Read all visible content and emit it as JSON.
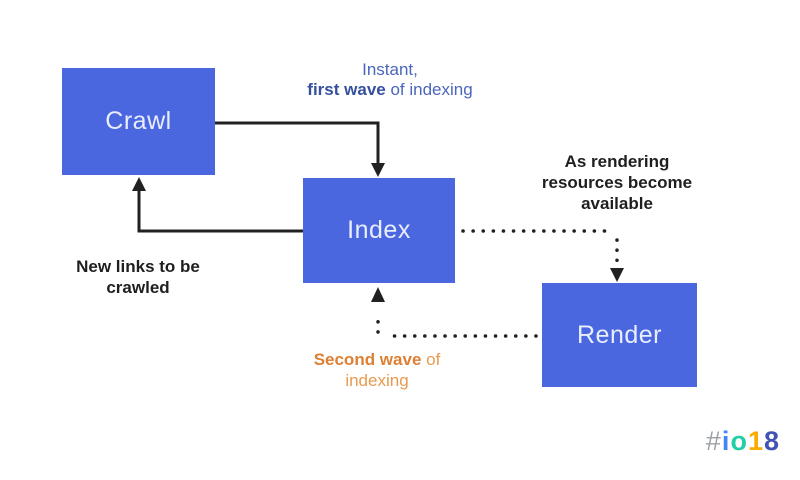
{
  "title": "Crawl Index Render flow diagram",
  "nodes": [
    {
      "id": "crawl",
      "label": "Crawl"
    },
    {
      "id": "index",
      "label": "Index"
    },
    {
      "id": "render",
      "label": "Render"
    }
  ],
  "labels": {
    "first_wave": {
      "line1": "Instant,",
      "bold": "first wave",
      "rest": " of indexing"
    },
    "rendering_note": {
      "lines": [
        "As rendering",
        "resources become",
        "available"
      ]
    },
    "new_links": {
      "lines": [
        "New links to be",
        "crawled"
      ]
    },
    "second_wave": {
      "bold": "Second wave",
      "rest": " of",
      "line2": "indexing"
    }
  },
  "connections": [
    {
      "from": "Crawl",
      "to": "Index",
      "style": "solid",
      "label": "Instant, first wave of indexing"
    },
    {
      "from": "Index",
      "to": "Crawl",
      "style": "solid",
      "label": "New links to be crawled"
    },
    {
      "from": "Index",
      "to": "Render",
      "style": "dotted",
      "label": "As rendering resources become available"
    },
    {
      "from": "Render",
      "to": "Index",
      "style": "dotted",
      "label": "Second wave of indexing"
    }
  ],
  "logo": {
    "hash": "#",
    "i": "i",
    "o": "o",
    "one": "1",
    "eight": "8"
  },
  "colors": {
    "box_fill": "#4a67e0",
    "box_text": "#e9eeff",
    "arrow": "#212121",
    "black_label": "#1f1f1f",
    "blue_label": "#4a66bd",
    "blue_label_bold": "#34509e",
    "orange_label": "#e89a4e",
    "orange_label_bold": "#dd8033",
    "logo_hash": "#9aa0a6",
    "logo_i": "#4285f4",
    "logo_o": "#22cfa4",
    "logo_one": "#f9ab00",
    "logo_eight": "#4353b4"
  }
}
